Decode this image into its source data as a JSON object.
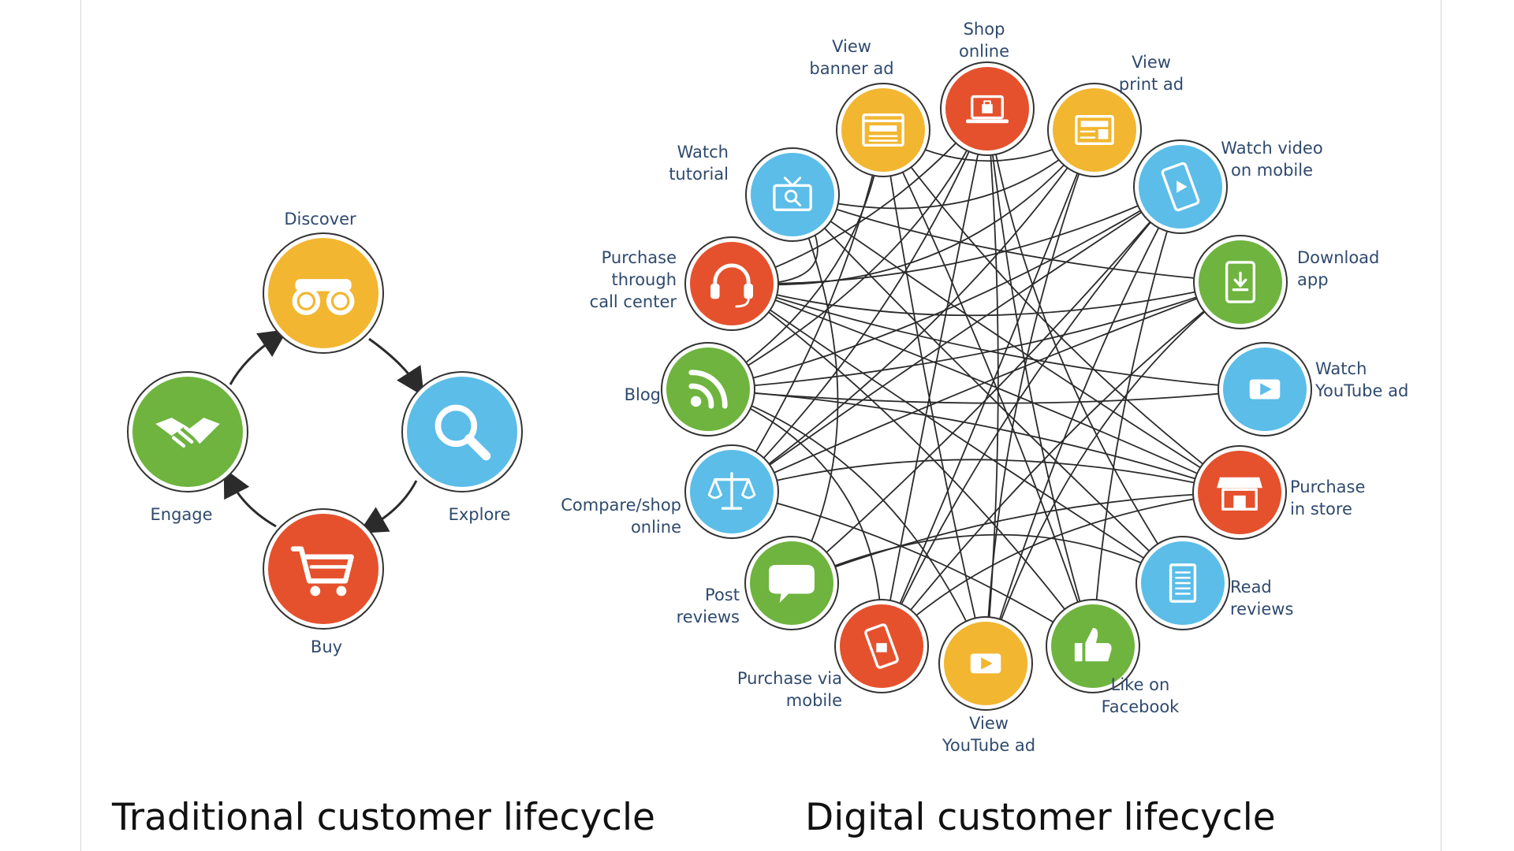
{
  "colors": {
    "yellow": "#f2b630",
    "blue": "#5bbde8",
    "red": "#e5512d",
    "green": "#6eb43f",
    "label": "#2f4a6e",
    "line": "#2b2b2b"
  },
  "traditional": {
    "caption": "Traditional customer lifecycle",
    "nodes": [
      {
        "id": "discover",
        "label": "Discover",
        "color": "yellow",
        "icon": "binoculars-icon"
      },
      {
        "id": "explore",
        "label": "Explore",
        "color": "blue",
        "icon": "magnifier-icon"
      },
      {
        "id": "buy",
        "label": "Buy",
        "color": "red",
        "icon": "shopping-cart-icon"
      },
      {
        "id": "engage",
        "label": "Engage",
        "color": "green",
        "icon": "handshake-icon"
      }
    ]
  },
  "digital": {
    "caption": "Digital customer lifecycle",
    "nodes": [
      {
        "id": "shop-online",
        "label": "Shop online",
        "color": "red",
        "icon": "laptop-bag-icon"
      },
      {
        "id": "view-print-ad",
        "label": "View print ad",
        "color": "yellow",
        "icon": "newspaper-icon"
      },
      {
        "id": "watch-video-mobile",
        "label": "Watch video on mobile",
        "color": "blue",
        "icon": "mobile-play-icon"
      },
      {
        "id": "download-app",
        "label": "Download app",
        "color": "green",
        "icon": "tablet-download-icon"
      },
      {
        "id": "watch-youtube-ad",
        "label": "Watch YouTube ad",
        "color": "blue",
        "icon": "play-icon"
      },
      {
        "id": "purchase-in-store",
        "label": "Purchase in store",
        "color": "red",
        "icon": "storefront-icon"
      },
      {
        "id": "read-reviews",
        "label": "Read reviews",
        "color": "blue",
        "icon": "document-icon"
      },
      {
        "id": "like-facebook",
        "label": "Like on Facebook",
        "color": "green",
        "icon": "thumbs-up-icon"
      },
      {
        "id": "view-youtube-ad",
        "label": "View YouTube ad",
        "color": "yellow",
        "icon": "play-icon"
      },
      {
        "id": "purchase-mobile",
        "label": "Purchase via mobile",
        "color": "red",
        "icon": "mobile-bag-icon"
      },
      {
        "id": "post-reviews",
        "label": "Post reviews",
        "color": "green",
        "icon": "speech-stars-icon"
      },
      {
        "id": "compare-shop",
        "label": "Compare/shop online",
        "color": "blue",
        "icon": "scales-icon"
      },
      {
        "id": "blog",
        "label": "Blog",
        "color": "green",
        "icon": "rss-icon"
      },
      {
        "id": "purchase-call-center",
        "label": "Purchase through call center",
        "color": "red",
        "icon": "headset-icon"
      },
      {
        "id": "watch-tutorial",
        "label": "Watch tutorial",
        "color": "blue",
        "icon": "tv-search-icon"
      },
      {
        "id": "view-banner-ad",
        "label": "View banner ad",
        "color": "yellow",
        "icon": "browser-window-icon"
      }
    ],
    "connections": [
      [
        "shop-online",
        "purchase-call-center"
      ],
      [
        "shop-online",
        "compare-shop"
      ],
      [
        "shop-online",
        "view-youtube-ad"
      ],
      [
        "shop-online",
        "purchase-mobile"
      ],
      [
        "shop-online",
        "like-facebook"
      ],
      [
        "shop-online",
        "blog"
      ],
      [
        "shop-online",
        "read-reviews"
      ],
      [
        "view-banner-ad",
        "purchase-in-store"
      ],
      [
        "view-banner-ad",
        "like-facebook"
      ],
      [
        "view-banner-ad",
        "view-youtube-ad"
      ],
      [
        "view-banner-ad",
        "view-print-ad"
      ],
      [
        "view-print-ad",
        "compare-shop"
      ],
      [
        "view-print-ad",
        "view-youtube-ad"
      ],
      [
        "view-print-ad",
        "purchase-mobile"
      ],
      [
        "view-print-ad",
        "purchase-call-center"
      ],
      [
        "watch-tutorial",
        "download-app"
      ],
      [
        "watch-tutorial",
        "purchase-in-store"
      ],
      [
        "watch-tutorial",
        "purchase-call-center"
      ],
      [
        "watch-video-mobile",
        "blog"
      ],
      [
        "watch-video-mobile",
        "post-reviews"
      ],
      [
        "watch-video-mobile",
        "view-youtube-ad"
      ],
      [
        "watch-video-mobile",
        "compare-shop"
      ],
      [
        "watch-video-mobile",
        "purchase-call-center"
      ],
      [
        "download-app",
        "blog"
      ],
      [
        "download-app",
        "purchase-call-center"
      ],
      [
        "download-app",
        "view-youtube-ad"
      ],
      [
        "download-app",
        "purchase-mobile"
      ],
      [
        "download-app",
        "compare-shop"
      ],
      [
        "watch-youtube-ad",
        "purchase-call-center"
      ],
      [
        "watch-youtube-ad",
        "blog"
      ],
      [
        "purchase-in-store",
        "compare-shop"
      ],
      [
        "purchase-in-store",
        "blog"
      ],
      [
        "purchase-in-store",
        "purchase-call-center"
      ],
      [
        "purchase-in-store",
        "purchase-mobile"
      ],
      [
        "read-reviews",
        "purchase-call-center"
      ],
      [
        "read-reviews",
        "post-reviews"
      ],
      [
        "read-reviews",
        "watch-tutorial"
      ],
      [
        "like-facebook",
        "purchase-call-center"
      ],
      [
        "like-facebook",
        "watch-video-mobile"
      ],
      [
        "like-facebook",
        "compare-shop"
      ],
      [
        "view-youtube-ad",
        "blog"
      ],
      [
        "purchase-mobile",
        "blog"
      ],
      [
        "purchase-mobile",
        "watch-video-mobile"
      ],
      [
        "post-reviews",
        "purchase-in-store"
      ],
      [
        "post-reviews",
        "watch-tutorial"
      ],
      [
        "compare-shop",
        "view-banner-ad"
      ],
      [
        "blog",
        "view-banner-ad"
      ],
      [
        "watch-tutorial",
        "view-print-ad"
      ]
    ]
  }
}
